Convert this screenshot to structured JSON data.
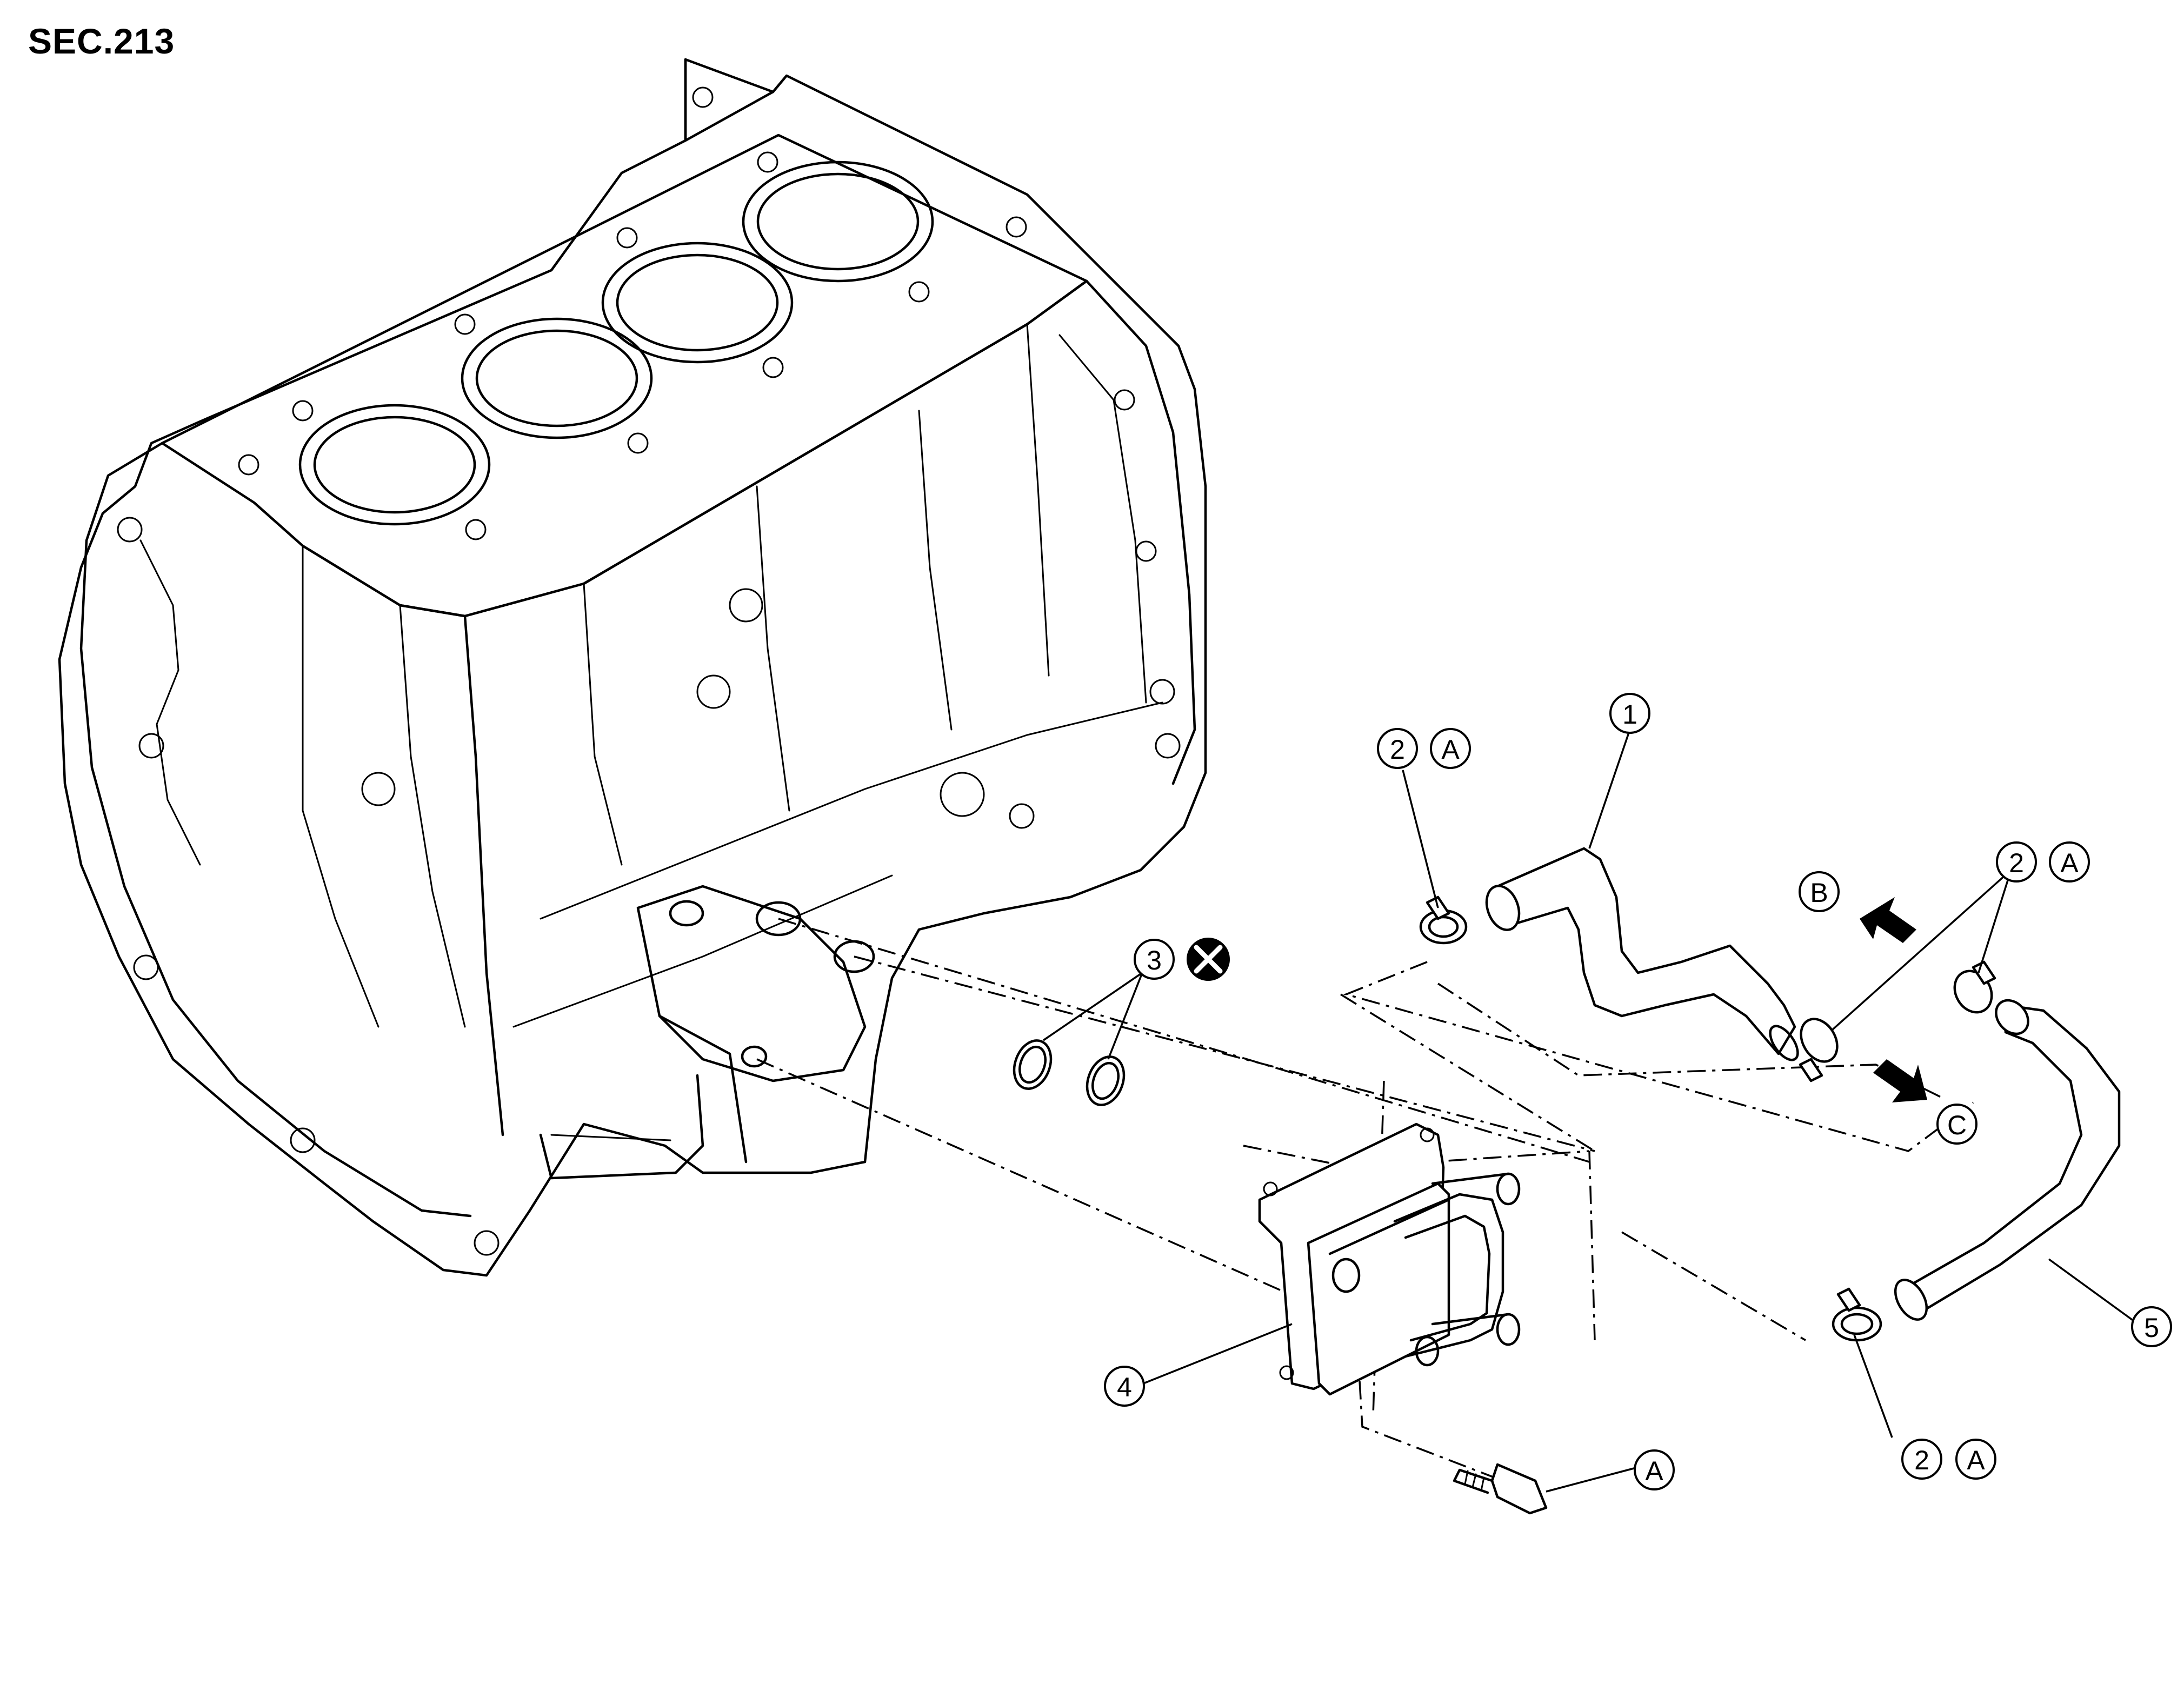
{
  "section_label": "SEC.213",
  "callouts": {
    "c1": "1",
    "c2_top_left": "2",
    "a_top_left": "A",
    "c2_top_right": "2",
    "a_top_right": "A",
    "c2_bottom": "2",
    "a_bottom": "A",
    "c3": "3",
    "c4": "4",
    "c5": "5",
    "a_bolt": "A",
    "b_arrow": "B",
    "c_arrow": "C"
  },
  "icons": {
    "do_not_reuse": "circled-x-icon",
    "flow_arrow": "arrow-icon"
  }
}
